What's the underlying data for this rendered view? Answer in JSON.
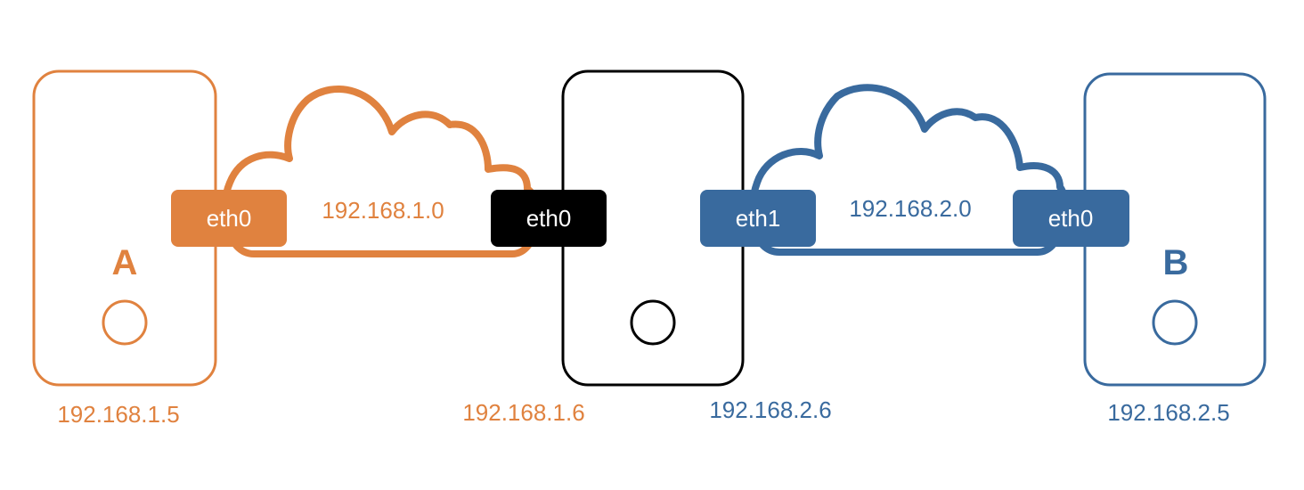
{
  "colors": {
    "left_network": "#e0823f",
    "right_network": "#396a9e",
    "router": "#000000",
    "label_text": "#ffffff"
  },
  "hosts": {
    "a": {
      "name": "A",
      "ip": "192.168.1.5",
      "interface": "eth0"
    },
    "router": {
      "left_interface": "eth0",
      "left_ip": "192.168.1.6",
      "right_interface": "eth1",
      "right_ip": "192.168.2.6"
    },
    "b": {
      "name": "B",
      "ip": "192.168.2.5",
      "interface": "eth0"
    }
  },
  "networks": {
    "left": "192.168.1.0",
    "right": "192.168.2.0"
  }
}
